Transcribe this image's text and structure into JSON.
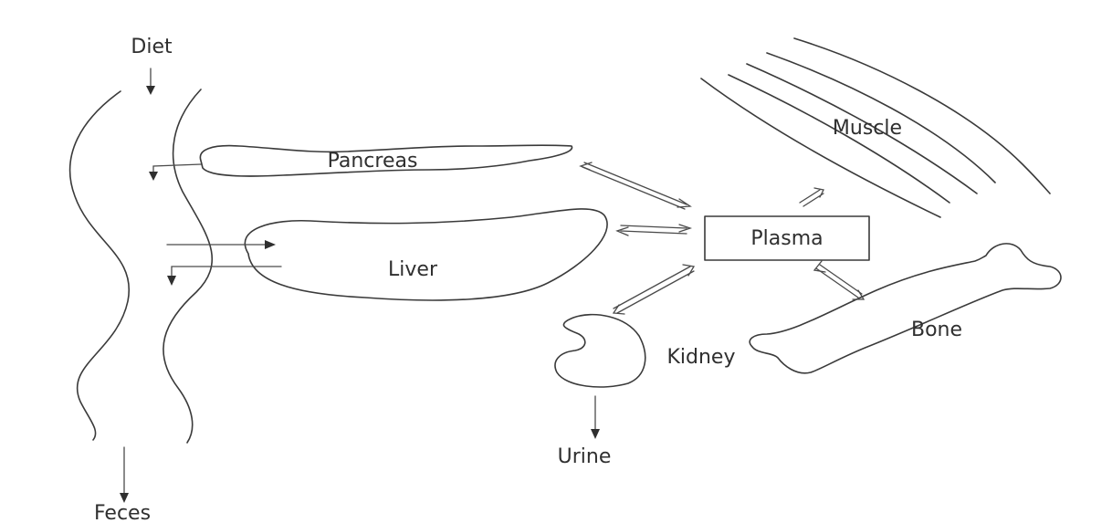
{
  "labels": {
    "diet": "Diet",
    "feces": "Feces",
    "pancreas": "Pancreas",
    "liver": "Liver",
    "muscle": "Muscle",
    "plasma": "Plasma",
    "kidney": "Kidney",
    "urine": "Urine",
    "bone": "Bone"
  },
  "colors": {
    "background": "#ffffff",
    "line": "#3a3a3a",
    "text": "#2f2f2f"
  }
}
